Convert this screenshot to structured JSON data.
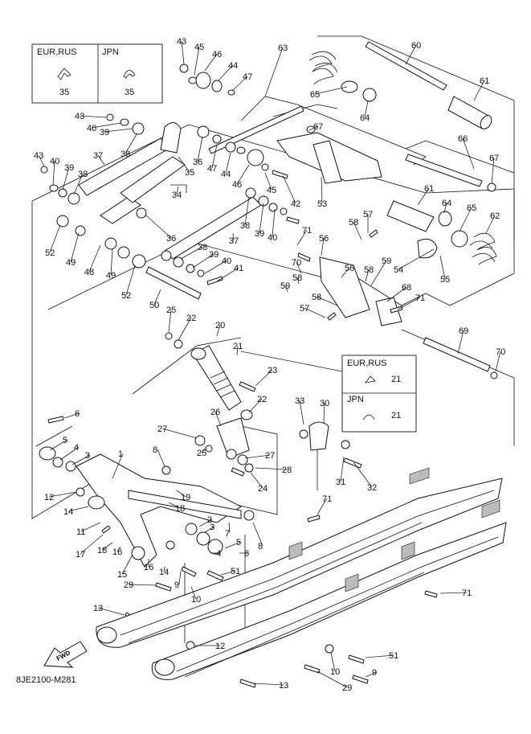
{
  "diagram_code": "8JE2100-M281",
  "fwd_label": "FWD",
  "inset_top": {
    "left_region": "EUR,RUS",
    "right_region": "JPN",
    "left_part": "35",
    "right_part": "35"
  },
  "inset_right": {
    "top_region": "EUR,RUS",
    "bottom_region": "JPN",
    "top_part": "21",
    "bottom_part": "21"
  },
  "callouts": [
    {
      "n": "43"
    },
    {
      "n": "45"
    },
    {
      "n": "46"
    },
    {
      "n": "44"
    },
    {
      "n": "47"
    },
    {
      "n": "63"
    },
    {
      "n": "60"
    },
    {
      "n": "61"
    },
    {
      "n": "65"
    },
    {
      "n": "64"
    },
    {
      "n": "43"
    },
    {
      "n": "40"
    },
    {
      "n": "39"
    },
    {
      "n": "38"
    },
    {
      "n": "36"
    },
    {
      "n": "47"
    },
    {
      "n": "44"
    },
    {
      "n": "46"
    },
    {
      "n": "67"
    },
    {
      "n": "66"
    },
    {
      "n": "67"
    },
    {
      "n": "43"
    },
    {
      "n": "40"
    },
    {
      "n": "39"
    },
    {
      "n": "38"
    },
    {
      "n": "37"
    },
    {
      "n": "35"
    },
    {
      "n": "34"
    },
    {
      "n": "45"
    },
    {
      "n": "42"
    },
    {
      "n": "53"
    },
    {
      "n": "61"
    },
    {
      "n": "64"
    },
    {
      "n": "65"
    },
    {
      "n": "62"
    },
    {
      "n": "36"
    },
    {
      "n": "38"
    },
    {
      "n": "39"
    },
    {
      "n": "40"
    },
    {
      "n": "37"
    },
    {
      "n": "71"
    },
    {
      "n": "58"
    },
    {
      "n": "57"
    },
    {
      "n": "56"
    },
    {
      "n": "52"
    },
    {
      "n": "49"
    },
    {
      "n": "48"
    },
    {
      "n": "49"
    },
    {
      "n": "52"
    },
    {
      "n": "38"
    },
    {
      "n": "39"
    },
    {
      "n": "40"
    },
    {
      "n": "41"
    },
    {
      "n": "70"
    },
    {
      "n": "56"
    },
    {
      "n": "58"
    },
    {
      "n": "59"
    },
    {
      "n": "54"
    },
    {
      "n": "55"
    },
    {
      "n": "58"
    },
    {
      "n": "59"
    },
    {
      "n": "68"
    },
    {
      "n": "71"
    },
    {
      "n": "58"
    },
    {
      "n": "57"
    },
    {
      "n": "50"
    },
    {
      "n": "25"
    },
    {
      "n": "22"
    },
    {
      "n": "20"
    },
    {
      "n": "21"
    },
    {
      "n": "69"
    },
    {
      "n": "70"
    },
    {
      "n": "23"
    },
    {
      "n": "22"
    },
    {
      "n": "6"
    },
    {
      "n": "33"
    },
    {
      "n": "30"
    },
    {
      "n": "26"
    },
    {
      "n": "27"
    },
    {
      "n": "5"
    },
    {
      "n": "4"
    },
    {
      "n": "3"
    },
    {
      "n": "1"
    },
    {
      "n": "8"
    },
    {
      "n": "25"
    },
    {
      "n": "27"
    },
    {
      "n": "28"
    },
    {
      "n": "31"
    },
    {
      "n": "32"
    },
    {
      "n": "24"
    },
    {
      "n": "12"
    },
    {
      "n": "19"
    },
    {
      "n": "18"
    },
    {
      "n": "14"
    },
    {
      "n": "7"
    },
    {
      "n": "2"
    },
    {
      "n": "3"
    },
    {
      "n": "71"
    },
    {
      "n": "11"
    },
    {
      "n": "17"
    },
    {
      "n": "18"
    },
    {
      "n": "16"
    },
    {
      "n": "16"
    },
    {
      "n": "4"
    },
    {
      "n": "5"
    },
    {
      "n": "6"
    },
    {
      "n": "8"
    },
    {
      "n": "15"
    },
    {
      "n": "14"
    },
    {
      "n": "9"
    },
    {
      "n": "51"
    },
    {
      "n": "29"
    },
    {
      "n": "10"
    },
    {
      "n": "13"
    },
    {
      "n": "71"
    },
    {
      "n": "12"
    },
    {
      "n": "51"
    },
    {
      "n": "10"
    },
    {
      "n": "9"
    },
    {
      "n": "13"
    },
    {
      "n": "29"
    }
  ]
}
